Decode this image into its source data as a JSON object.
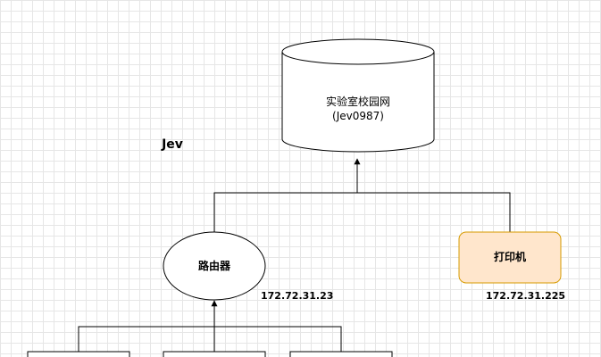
{
  "diagram": {
    "title": "Jev",
    "database": {
      "line1": "实验室校园网",
      "line2": "(Jev0987)"
    },
    "router": {
      "label": "路由器",
      "ip": "172.72.31.23"
    },
    "printer": {
      "label": "打印机",
      "ip": "172.72.31.225",
      "fill": "#ffe6cc",
      "stroke": "#d79b00"
    },
    "edge_color": "#000000"
  }
}
